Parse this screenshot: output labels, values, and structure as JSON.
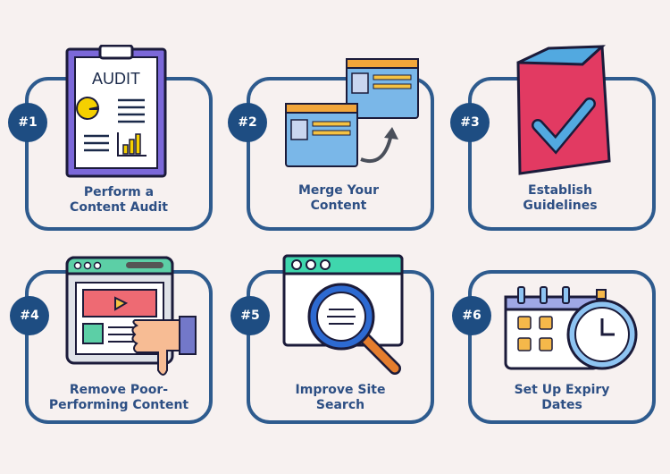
{
  "steps": [
    {
      "number": "#1",
      "line1": "Perform a",
      "line2": "Content Audit",
      "icon": "audit-clipboard-icon",
      "art_text": "AUDIT"
    },
    {
      "number": "#2",
      "line1": "Merge Your",
      "line2": "Content",
      "icon": "merge-windows-icon"
    },
    {
      "number": "#3",
      "line1": "Establish",
      "line2": "Guidelines",
      "icon": "checklist-document-icon"
    },
    {
      "number": "#4",
      "line1": "Remove Poor-",
      "line2": "Performing Content",
      "icon": "thumbs-down-webpage-icon"
    },
    {
      "number": "#5",
      "line1": "Improve Site",
      "line2": "Search",
      "icon": "magnifier-browser-icon"
    },
    {
      "number": "#6",
      "line1": "Set Up Expiry",
      "line2": "Dates",
      "icon": "calendar-clock-icon"
    }
  ],
  "colors": {
    "border": "#2e5b8e",
    "badge": "#1e4d82",
    "text": "#2d4f84",
    "background": "#f7f1f0"
  }
}
